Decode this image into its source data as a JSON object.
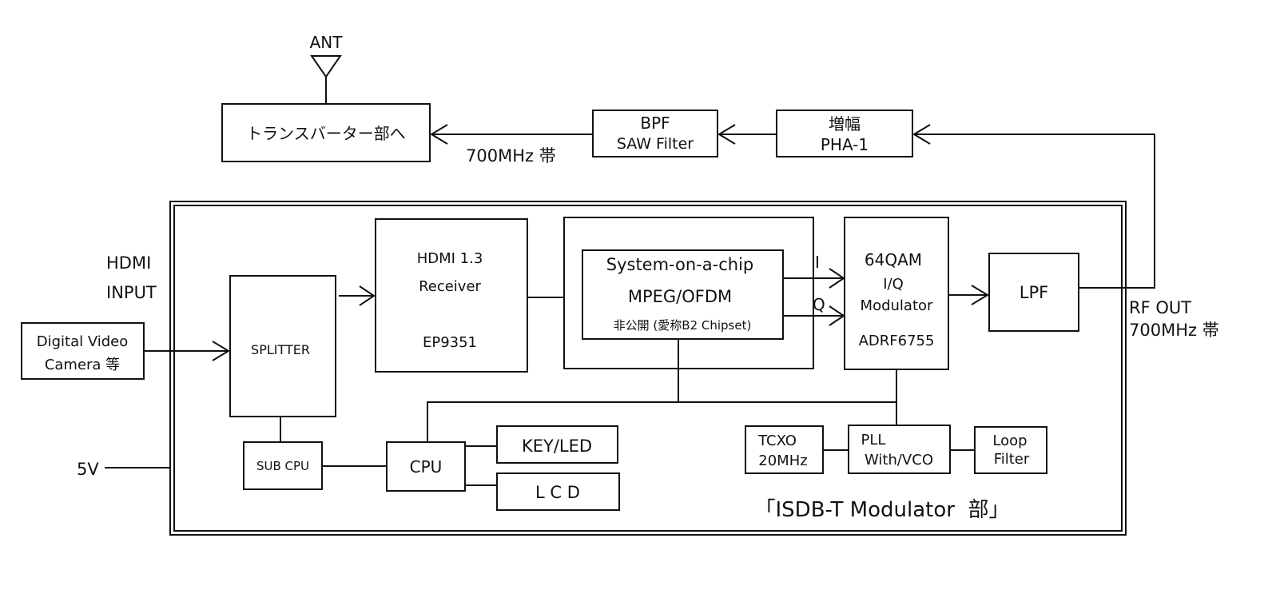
{
  "labels": {
    "ant": "ANT",
    "transverter": "トランスバーター部へ",
    "bpf_1": "BPF",
    "bpf_2": "SAW Filter",
    "amp_1": "増幅",
    "amp_2": "PHA-1",
    "freq_700": "700MHz 帯",
    "hdmi_input_1": "HDMI",
    "hdmi_input_2": "INPUT",
    "camera_1": "Digital Video",
    "camera_2": "Camera 等",
    "splitter": "SPLITTER",
    "hdmi_rx_1": "HDMI 1.3",
    "hdmi_rx_2": "Receiver",
    "hdmi_rx_3": "EP9351",
    "soc_1": "System-on-a-chip",
    "soc_2": "MPEG/OFDM",
    "soc_3": "非公開 (愛称B2 Chipset)",
    "i_label": "I",
    "q_label": "Q",
    "mod_1": "64QAM",
    "mod_2": "I/Q",
    "mod_3": "Modulator",
    "mod_4": "ADRF6755",
    "lpf": "LPF",
    "rf_out_1": "RF OUT",
    "rf_out_2": "700MHz 帯",
    "sub_cpu": "SUB CPU",
    "cpu": "CPU",
    "key_led": "KEY/LED",
    "lcd": "L C D",
    "tcxo_1": "TCXO",
    "tcxo_2": "20MHz",
    "pll_1": "PLL",
    "pll_2": "With/VCO",
    "loop_1": "Loop",
    "loop_2": "Filter",
    "power": "5V",
    "module_title": "「ISDB-T Modulator  部」"
  }
}
